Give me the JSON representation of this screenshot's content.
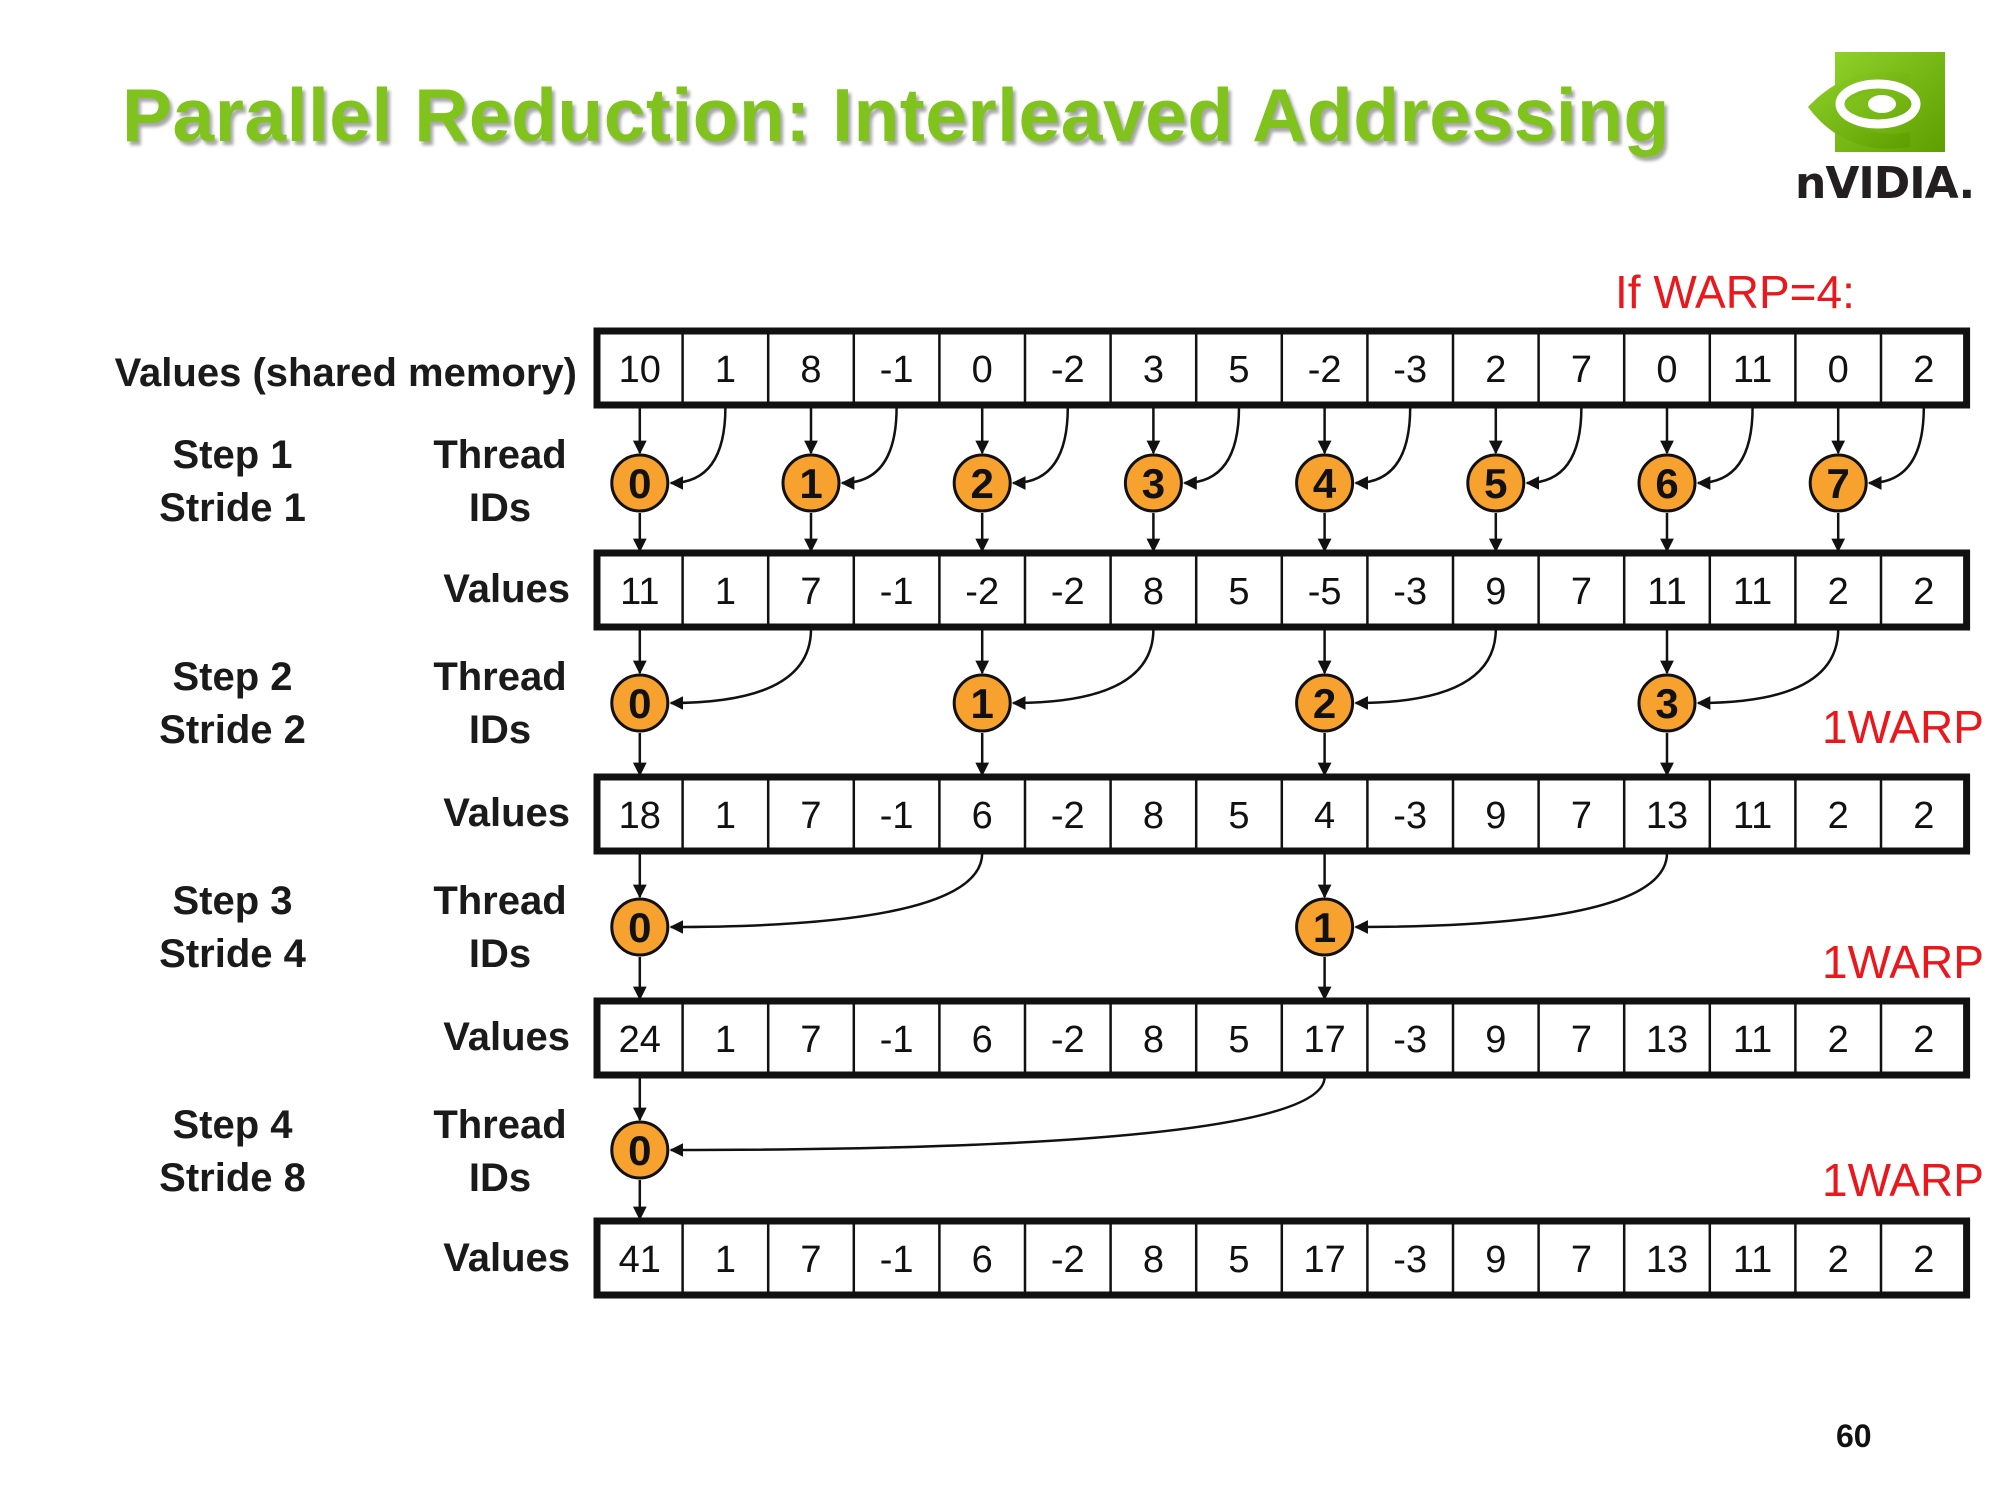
{
  "title": "Parallel Reduction: Interleaved Addressing",
  "logo": {
    "wordmark": "nVIDIA.",
    "icon": "nvidia-eye-icon",
    "color": "#76b900"
  },
  "annotations": {
    "warp_condition": "If WARP=4:",
    "warp_label": "1WARP",
    "color": "#e8181d"
  },
  "labels": {
    "shared_memory": "Values (shared memory)",
    "values": "Values",
    "thread_line1": "Thread",
    "thread_line2": "IDs"
  },
  "initial_values": [
    "10",
    "1",
    "8",
    "-1",
    "0",
    "-2",
    "3",
    "5",
    "-2",
    "-3",
    "2",
    "7",
    "0",
    "11",
    "0",
    "2"
  ],
  "steps": [
    {
      "step": "Step 1",
      "stride": "Stride 1",
      "stride_value": 1,
      "thread_ids": [
        "0",
        "1",
        "2",
        "3",
        "4",
        "5",
        "6",
        "7"
      ],
      "values": [
        "11",
        "1",
        "7",
        "-1",
        "-2",
        "-2",
        "8",
        "5",
        "-5",
        "-3",
        "9",
        "7",
        "11",
        "11",
        "2",
        "2"
      ],
      "warp": false
    },
    {
      "step": "Step 2",
      "stride": "Stride 2",
      "stride_value": 2,
      "thread_ids": [
        "0",
        "1",
        "2",
        "3"
      ],
      "values": [
        "18",
        "1",
        "7",
        "-1",
        "6",
        "-2",
        "8",
        "5",
        "4",
        "-3",
        "9",
        "7",
        "13",
        "11",
        "2",
        "2"
      ],
      "warp": true
    },
    {
      "step": "Step 3",
      "stride": "Stride 4",
      "stride_value": 4,
      "thread_ids": [
        "0",
        "1"
      ],
      "values": [
        "24",
        "1",
        "7",
        "-1",
        "6",
        "-2",
        "8",
        "5",
        "17",
        "-3",
        "9",
        "7",
        "13",
        "11",
        "2",
        "2"
      ],
      "warp": true
    },
    {
      "step": "Step 4",
      "stride": "Stride 8",
      "stride_value": 8,
      "thread_ids": [
        "0"
      ],
      "values": [
        "41",
        "1",
        "7",
        "-1",
        "6",
        "-2",
        "8",
        "5",
        "17",
        "-3",
        "9",
        "7",
        "13",
        "11",
        "2",
        "2"
      ],
      "warp": true
    }
  ],
  "colors": {
    "thread_fill": "#f7a12f",
    "title": "#7fc31c",
    "line": "#111111"
  },
  "page_number": "60"
}
